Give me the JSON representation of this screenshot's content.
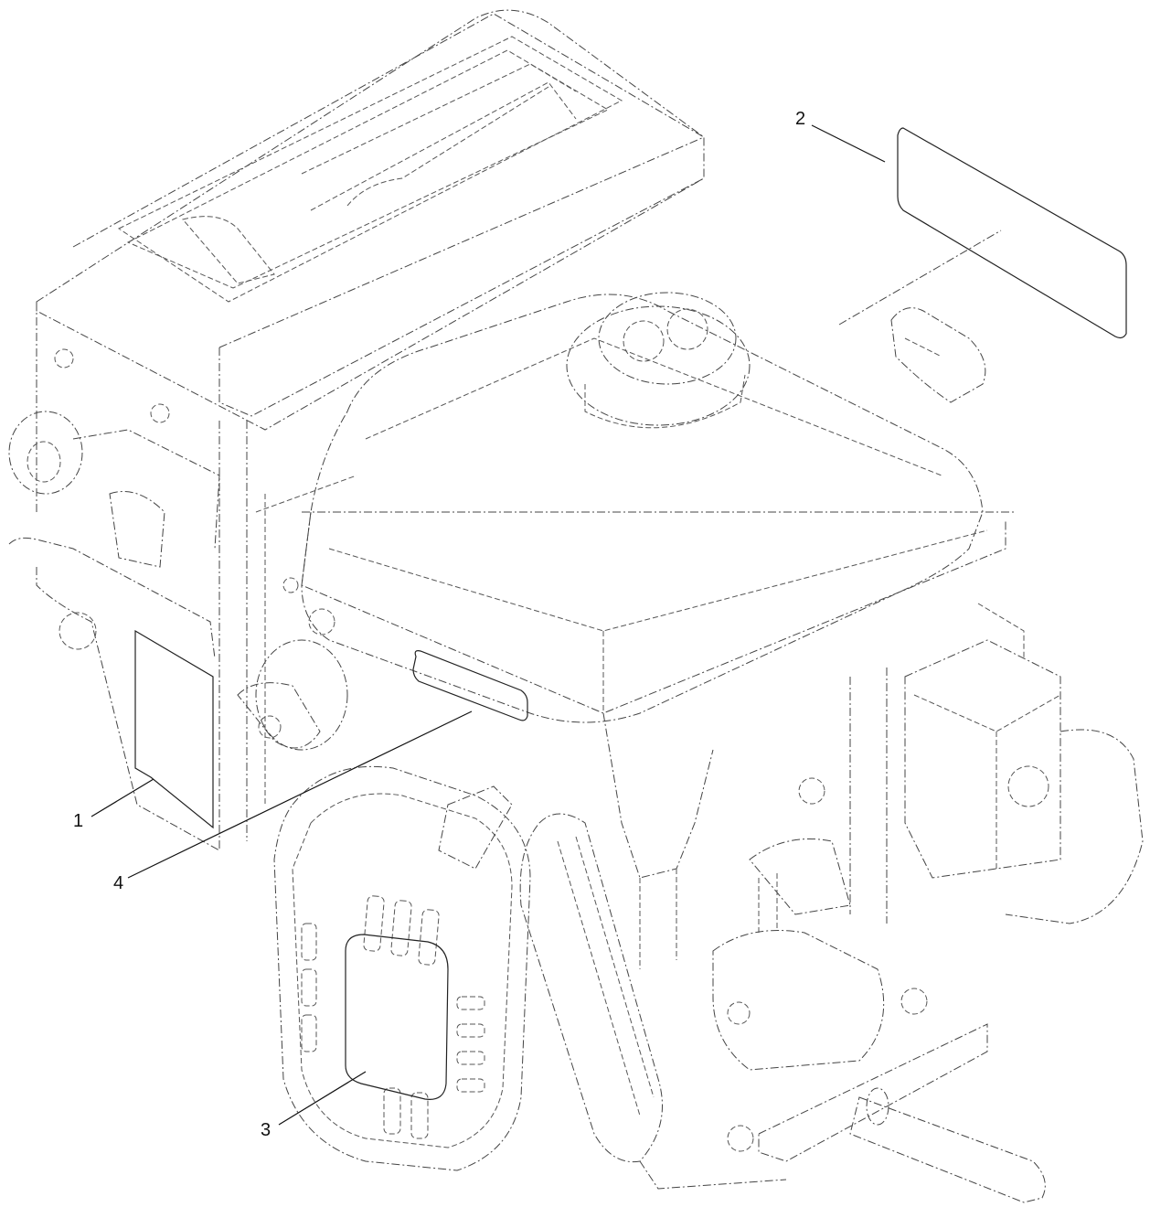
{
  "callouts": {
    "decal_1": "1",
    "decal_2": "2",
    "decal_3": "3",
    "decal_4": "4"
  },
  "colors": {
    "line": "#222222",
    "background": "#ffffff"
  }
}
